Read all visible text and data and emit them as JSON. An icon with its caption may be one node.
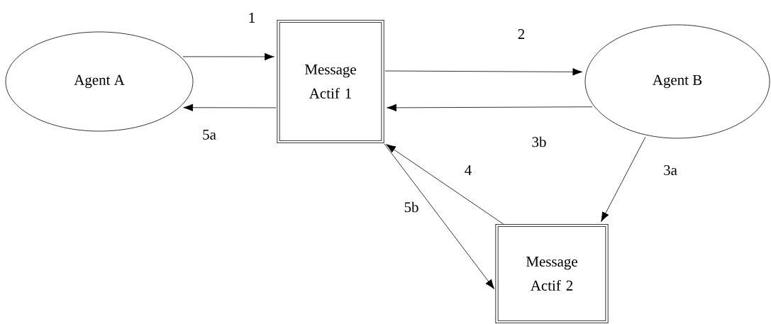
{
  "diagram": {
    "nodes": [
      {
        "text": [
          "Agent A"
        ]
      },
      {
        "text": [
          "Message Actif 1"
        ]
      },
      {
        "text": [
          "Agent B"
        ]
      },
      {
        "text": [
          "Message Actif 2"
        ]
      }
    ],
    "edges": [
      {
        "from": 0,
        "to": 1,
        "arrow": "to",
        "label": "1"
      },
      {
        "from": 1,
        "to": 2,
        "arrow": "to",
        "label": "2"
      },
      {
        "from": 2,
        "to": 1,
        "arrow": "to",
        "label": "3b"
      },
      {
        "from": 2,
        "to": 3,
        "arrow": "to",
        "label": "3a"
      },
      {
        "from": 3,
        "to": 1,
        "arrow": "to",
        "label": "4"
      },
      {
        "from": 1,
        "to": 0,
        "arrow": "to",
        "label": "5a"
      },
      {
        "from": 1,
        "to": 3,
        "arrow": "to",
        "label": "5b"
      }
    ]
  }
}
